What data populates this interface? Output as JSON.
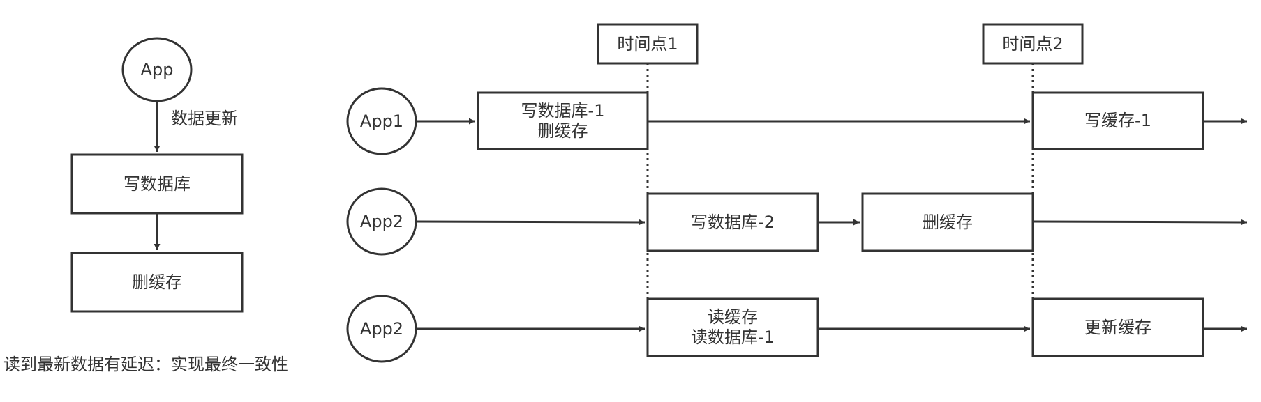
{
  "left_flow": {
    "app": "App",
    "edge_label": "数据更新",
    "step1": "写数据库",
    "step2": "删缓存",
    "caption": "读到最新数据有延迟：实现最终一致性"
  },
  "time_points": {
    "t1": "时间点1",
    "t2": "时间点2"
  },
  "lanes": [
    {
      "app": "App1",
      "boxes": [
        {
          "lines": [
            "写数据库-1",
            "删缓存"
          ]
        },
        {
          "lines": [
            "写缓存-1"
          ]
        }
      ]
    },
    {
      "app": "App2",
      "boxes": [
        {
          "lines": [
            "写数据库-2"
          ]
        },
        {
          "lines": [
            "删缓存"
          ]
        }
      ]
    },
    {
      "app": "App2",
      "boxes": [
        {
          "lines": [
            "读缓存",
            "读数据库-1"
          ]
        },
        {
          "lines": [
            "更新缓存"
          ]
        }
      ]
    }
  ]
}
